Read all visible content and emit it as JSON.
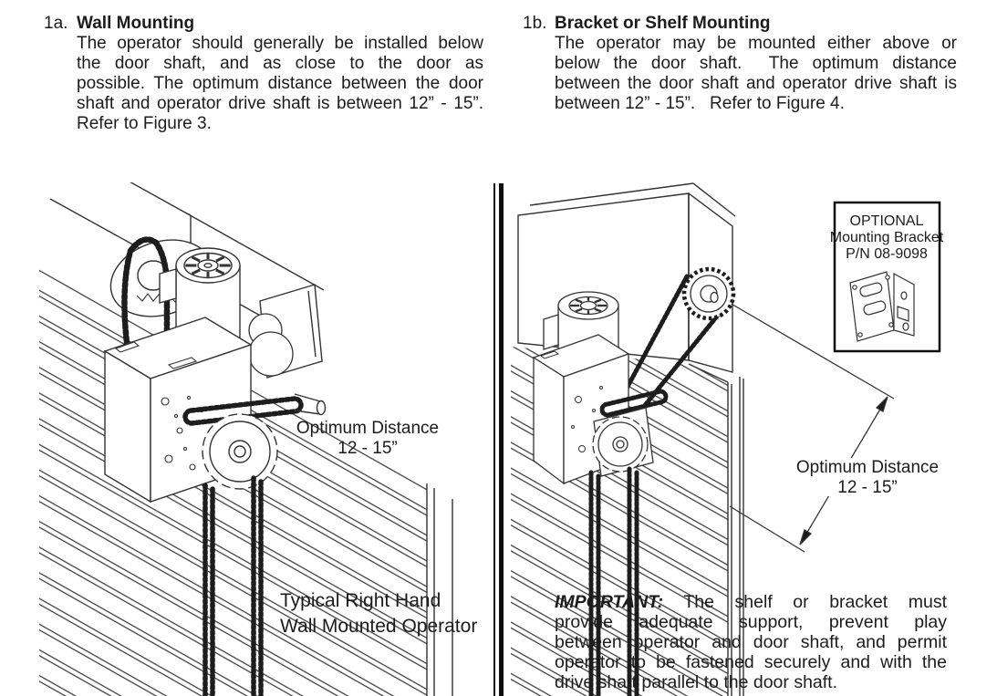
{
  "sections": {
    "wall_mounting": {
      "number": "1a.",
      "title": "Wall Mounting",
      "lines": [
        "The operator should generally be installed below",
        "the door shaft, and as close to the door as",
        "possible. The optimum distance between the door",
        "shaft and operator drive shaft is between 12” - 15”.",
        "Refer to Figure 3."
      ]
    },
    "bracket_mounting": {
      "number": "1b.",
      "title": "Bracket or Shelf Mounting",
      "lines": [
        "The operator may be mounted either above or",
        "below the door shaft.  The optimum distance",
        "between the door shaft and operator drive shaft is",
        "between 12” - 15”.   Refer to Figure 4."
      ]
    }
  },
  "figure_left": {
    "dimension_label_line1": "Optimum Distance",
    "dimension_label_line2": "12 - 15”",
    "caption_line1": "Typical Right Hand",
    "caption_line2": "Wall Mounted Operator"
  },
  "figure_right": {
    "dimension_label_line1": "Optimum Distance",
    "dimension_label_line2": "12 - 15”",
    "bracket_box": {
      "line1": "OPTIONAL",
      "line2": "Mounting Bracket",
      "line3": "P/N 08-9098"
    }
  },
  "important": {
    "label": "IMPORTANT:",
    "first_line_rest": " The shelf or bracket must",
    "lines": [
      "provide adequate support, prevent play",
      "between operator and door shaft, and permit",
      "operator to be fastened securely and with the",
      "drive shaft parallel to the door shaft."
    ]
  },
  "colors": {
    "ink": "#1c1c1c",
    "line": "#333333",
    "background": "#ffffff"
  }
}
